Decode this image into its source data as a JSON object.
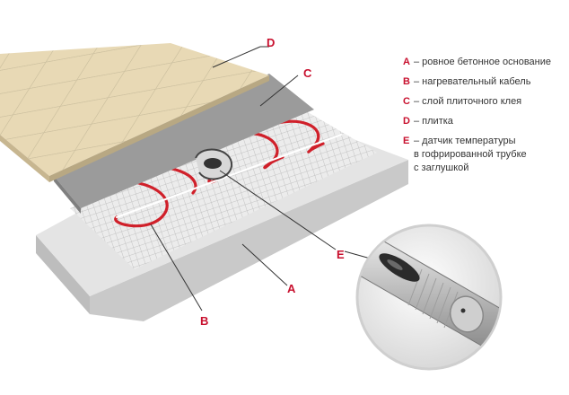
{
  "callouts": {
    "a": "A",
    "b": "B",
    "c": "C",
    "d": "D",
    "e": "E"
  },
  "legend": [
    {
      "key": "A",
      "text": "– ровное бетонное основание"
    },
    {
      "key": "B",
      "text": "– нагревательный кабель"
    },
    {
      "key": "C",
      "text": "– слой плиточного клея"
    },
    {
      "key": "D",
      "text": "– плитка"
    },
    {
      "key": "E",
      "text": "– датчик температуры\nв гофрированной трубке\nс заглушкой"
    }
  ],
  "colors": {
    "accent": "#c8102e",
    "cable": "#d0202a",
    "tile": "#e6d7b2",
    "adhesive": "#9a9a9a",
    "concrete": "#dcdcdc"
  }
}
